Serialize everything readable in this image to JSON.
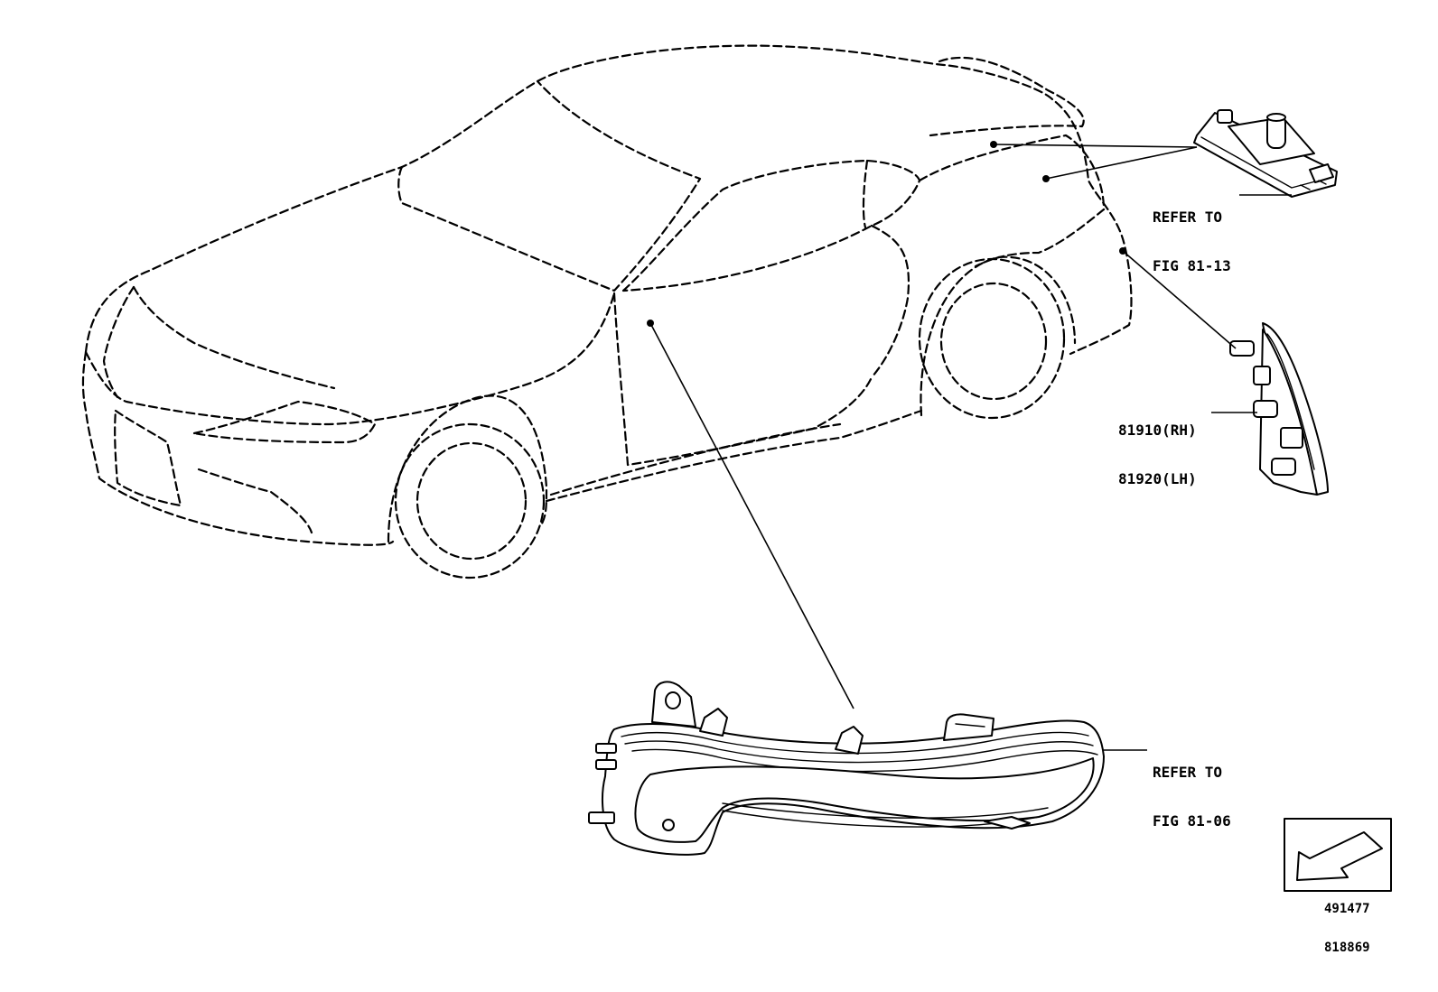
{
  "callouts": {
    "license_lamp_ref_line1": "REFER TO",
    "license_lamp_ref_line2": "FIG 81-13",
    "side_marker_rh": "81910(RH)",
    "side_marker_lh": "81920(LH)",
    "mirror_lamp_ref_line1": "REFER TO",
    "mirror_lamp_ref_line2": "FIG 81-06"
  },
  "footer": {
    "illustration_code": "491477",
    "page_code": "818869"
  },
  "icons": {
    "direction_arrow": "arrow-down-left-icon"
  }
}
